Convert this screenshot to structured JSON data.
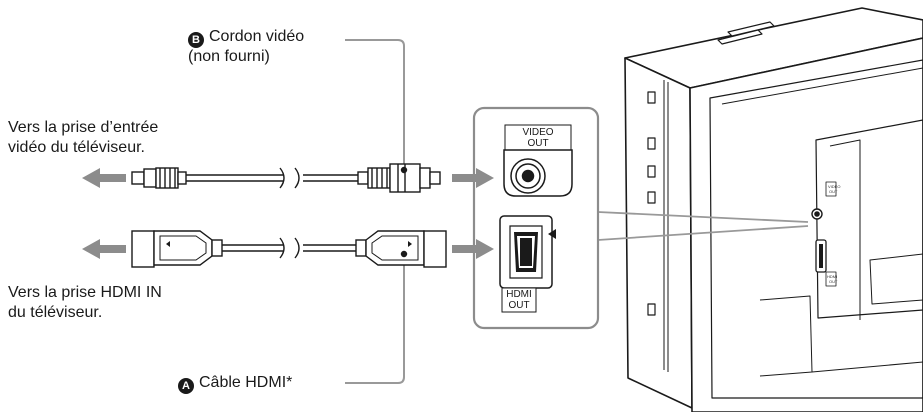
{
  "labels": {
    "video_cord_badge": "B",
    "video_cord_line1": "Cordon vidéo",
    "video_cord_line2": "(non fourni)",
    "tv_video_line1": "Vers la prise d’entrée",
    "tv_video_line2": "vidéo du téléviseur.",
    "tv_hdmi_line1": "Vers la prise HDMI IN",
    "tv_hdmi_line2": "du téléviseur.",
    "hdmi_cable_badge": "A",
    "hdmi_cable_text": "Câble HDMI*"
  },
  "ports": {
    "video_out_line1": "VIDEO",
    "video_out_line2": "OUT",
    "hdmi_out_line1": "HDMI",
    "hdmi_out_line2": "OUT"
  },
  "colors": {
    "line": "#1a1a1a",
    "arrow": "#8c8c8c",
    "connector_fill": "#ffffff",
    "callout_line": "#999999"
  }
}
